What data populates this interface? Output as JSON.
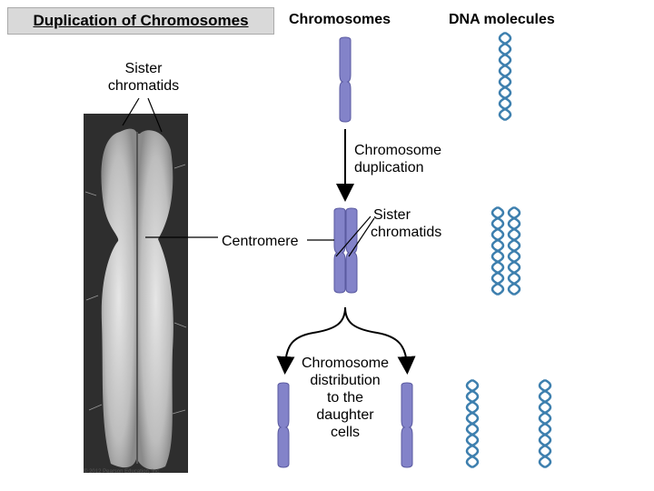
{
  "title": "Duplication of Chromosomes",
  "headers": {
    "chromosomes": "Chromosomes",
    "dna": "DNA molecules"
  },
  "labels": {
    "sister_top": [
      "Sister",
      "chromatids"
    ],
    "chromosome_duplication": [
      "Chromosome",
      "duplication"
    ],
    "centromere": "Centromere",
    "sister_mid": [
      "Sister",
      "chromatids"
    ],
    "distribution": [
      "Chromosome",
      "distribution",
      "to the",
      "daughter",
      "cells"
    ]
  },
  "credit": "© 2012 Pearson Education, Inc.",
  "colors": {
    "chromosome": "#8383c9",
    "chromosome_edge": "#5a5aa0",
    "dna": "#3d7fae",
    "title_bg": "#d9d9d9"
  }
}
